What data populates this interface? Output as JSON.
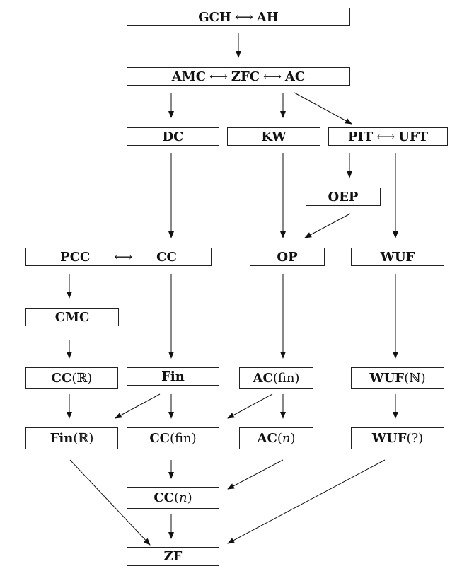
{
  "nodes": {
    "gch": {
      "a": "GCH",
      "sep": "⟷",
      "b": "AH"
    },
    "amc": {
      "a": "AMC",
      "sep1": "⟷",
      "b": "ZFC",
      "sep2": "⟷",
      "c": "AC"
    },
    "dc": {
      "a": "DC"
    },
    "kw": {
      "a": "KW"
    },
    "pit": {
      "a": "PIT",
      "sep": "⟷",
      "b": "UFT"
    },
    "oep": {
      "a": "OEP"
    },
    "pcc": {
      "a": "PCC",
      "sep": "⟷",
      "b": "CC"
    },
    "op": {
      "a": "OP"
    },
    "wuf": {
      "a": "WUF"
    },
    "cmc": {
      "a": "CMC"
    },
    "ccr": {
      "a": "CC",
      "b": "(ℝ)"
    },
    "fin": {
      "a": "Fin"
    },
    "acfin": {
      "a": "AC",
      "b": "(fin)"
    },
    "wufn": {
      "a": "WUF",
      "b": "(ℕ)"
    },
    "finr": {
      "a": "Fin",
      "b": "(ℝ)"
    },
    "ccfin": {
      "a": "CC",
      "b": "(fin)"
    },
    "acn": {
      "a": "AC",
      "b1": "(",
      "n": "n",
      "b2": ")"
    },
    "wufq": {
      "a": "WUF",
      "b": "(?)"
    },
    "ccn": {
      "a": "CC",
      "b1": "(",
      "n": "n",
      "b2": ")"
    },
    "zf": {
      "a": "ZF"
    }
  }
}
